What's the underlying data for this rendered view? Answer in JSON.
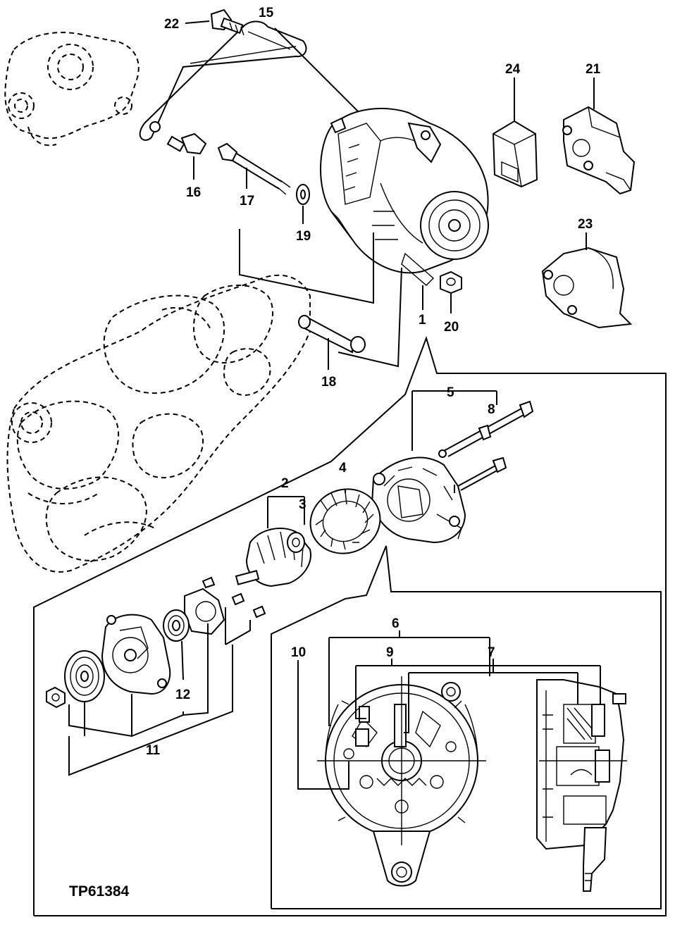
{
  "diagram": {
    "reference_code": "TP61384",
    "part_labels": [
      "1",
      "2",
      "3",
      "4",
      "5",
      "6",
      "7",
      "8",
      "9",
      "10",
      "11",
      "12",
      "15",
      "16",
      "17",
      "18",
      "19",
      "20",
      "21",
      "22",
      "23",
      "24"
    ]
  }
}
